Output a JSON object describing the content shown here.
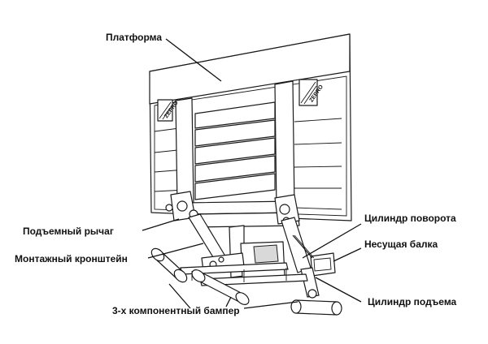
{
  "labels": {
    "platform": "Платформа",
    "lift_arm": "Подъемный рычаг",
    "mount_bracket": "Монтажный кронштейн",
    "bumper": "3-х компонентный бампер",
    "tilt_cylinder": "Цилиндр поворота",
    "support_beam": "Несущая балка",
    "lift_cylinder": "Цилиндр подъема"
  },
  "logo_text": "ZEPRO",
  "colors": {
    "line": "#111111",
    "shade": "#d9d9d9",
    "background": "#ffffff"
  }
}
